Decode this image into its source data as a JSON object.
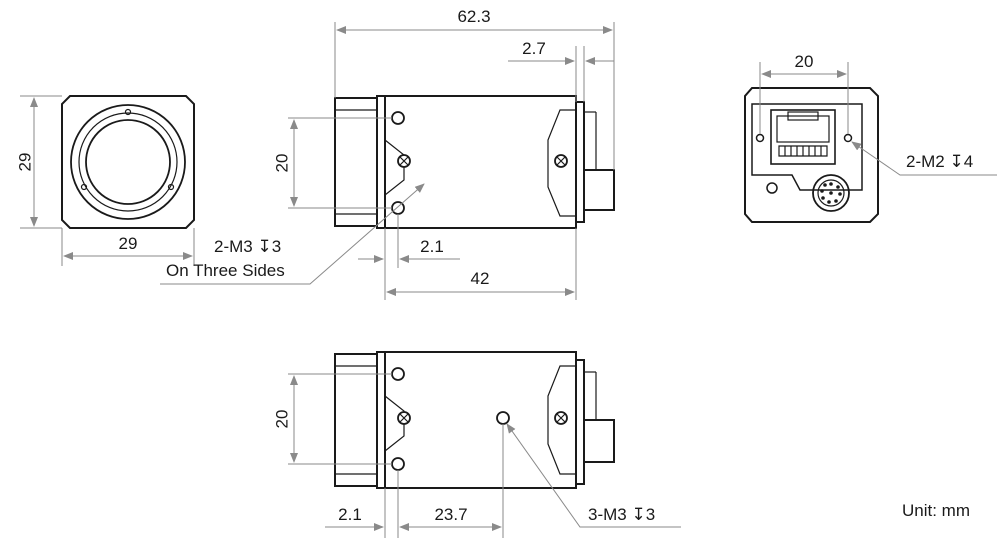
{
  "front_view": {
    "height_label": "29",
    "width_label": "29"
  },
  "side_view": {
    "length_label": "62.3",
    "rear_offset_label": "2.7",
    "hole_spacing_label": "20",
    "hole_offset_label": "2.1",
    "body_length_label": "42",
    "callout_line1": "2-M3 ",
    "callout_depth1": "3",
    "callout_line2": "On Three Sides"
  },
  "rear_view": {
    "hole_spacing_label": "20",
    "callout_thread": "2-M2 ",
    "callout_depth": "4"
  },
  "bottom_view": {
    "hole_spacing_label": "20",
    "hole_offset_label": "2.1",
    "center_offset_label": "23.7",
    "callout_thread": "3-M3 ",
    "callout_depth": "3"
  },
  "unit_label": "Unit: mm",
  "depth_symbol": "↧",
  "colors": {
    "line": "#1a1a1a",
    "dimension": "#8a8a8a"
  }
}
